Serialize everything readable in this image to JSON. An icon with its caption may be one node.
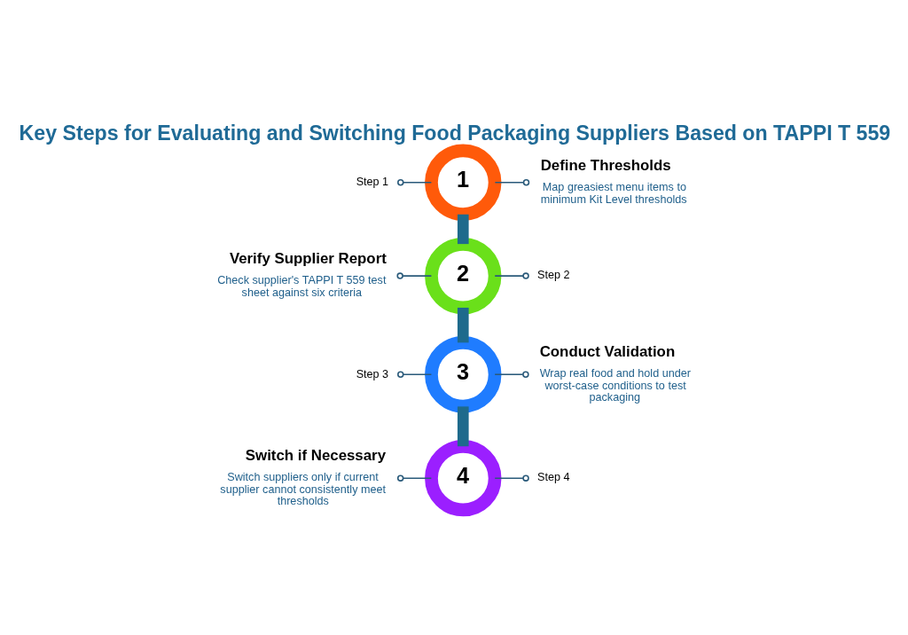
{
  "diagram": {
    "title": "Key Steps for Evaluating and Switching Food Packaging Suppliers Based on TAPPI T 559",
    "nodes": [
      {
        "text": [
          "Step 1"
        ]
      },
      {
        "text": [
          "1"
        ]
      },
      {
        "text": [
          "Define Thresholds",
          "Map greasiest menu items to minimum Kit Level thresholds"
        ]
      },
      {
        "text": [
          "Verify Supplier Report",
          "Check supplier's TAPPI T 559 test sheet against six criteria"
        ]
      },
      {
        "text": [
          "2"
        ]
      },
      {
        "text": [
          "Step 2"
        ]
      },
      {
        "text": [
          "Step 3"
        ]
      },
      {
        "text": [
          "3"
        ]
      },
      {
        "text": [
          "Conduct Validation",
          "Wrap real food and hold under worst-case conditions to test packaging"
        ]
      },
      {
        "text": [
          "Switch if Necessary",
          "Switch suppliers only if current supplier cannot consistently meet thresholds"
        ]
      },
      {
        "text": [
          "4"
        ]
      },
      {
        "text": [
          "Step 4"
        ]
      }
    ],
    "edges": [
      {
        "from": 1,
        "to": 0,
        "arrow": "other"
      },
      {
        "from": 1,
        "to": 2,
        "arrow": "other"
      },
      {
        "from": 4,
        "to": 3,
        "arrow": "other"
      },
      {
        "from": 4,
        "to": 5,
        "arrow": "other"
      },
      {
        "from": 7,
        "to": 6,
        "arrow": "other"
      },
      {
        "from": 7,
        "to": 8,
        "arrow": "other"
      },
      {
        "from": 10,
        "to": 9,
        "arrow": "other"
      },
      {
        "from": 10,
        "to": 11,
        "arrow": "other"
      },
      {
        "from": 1,
        "to": 4,
        "arrow": "none",
        "style": "thick",
        "color": "#1e6a8c"
      },
      {
        "from": 4,
        "to": 7,
        "arrow": "none",
        "style": "thick",
        "color": "#1e6a8c"
      },
      {
        "from": 7,
        "to": 10,
        "arrow": "none",
        "style": "thick",
        "color": "#1e6a8c"
      }
    ]
  }
}
